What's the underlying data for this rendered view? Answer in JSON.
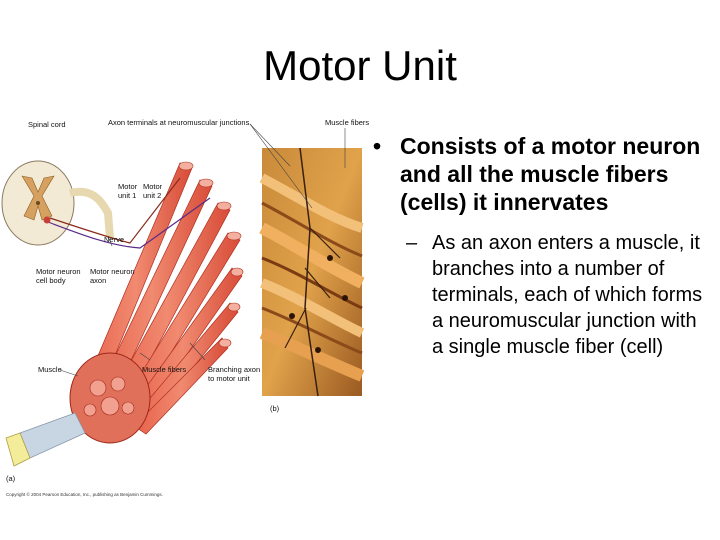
{
  "slide": {
    "title": "Motor Unit",
    "bullet1": "Consists of a motor neuron and all the muscle fibers (cells) it innervates",
    "bullet2": "As an axon enters a muscle, it branches into a number of terminals, each of which forms a neuromuscular junction with a single muscle fiber (cell)",
    "bullet_glyph": "•",
    "sub_bullet_glyph": "–"
  },
  "figure": {
    "labels": {
      "spinal_cord": "Spinal cord",
      "axon_terminals": "Axon terminals at neuromuscular junctions",
      "muscle_fibers_top": "Muscle fibers",
      "motor_unit_1a": "Motor",
      "motor_unit_1b": "unit 1",
      "motor_unit_2a": "Motor",
      "motor_unit_2b": "unit 2",
      "nerve": "Nerve",
      "motor_neuron_cell_body_a": "Motor neuron",
      "motor_neuron_cell_body_b": "cell body",
      "motor_neuron_axon_a": "Motor neuron",
      "motor_neuron_axon_b": "axon",
      "muscle": "Muscle",
      "muscle_fibers": "Muscle fibers",
      "branching_axon_a": "Branching axon",
      "branching_axon_b": "to motor unit",
      "panel_a": "(a)",
      "panel_b": "(b)",
      "copyright": "Copyright © 2004 Pearson Education, Inc., publishing as Benjamin Cummings."
    }
  }
}
